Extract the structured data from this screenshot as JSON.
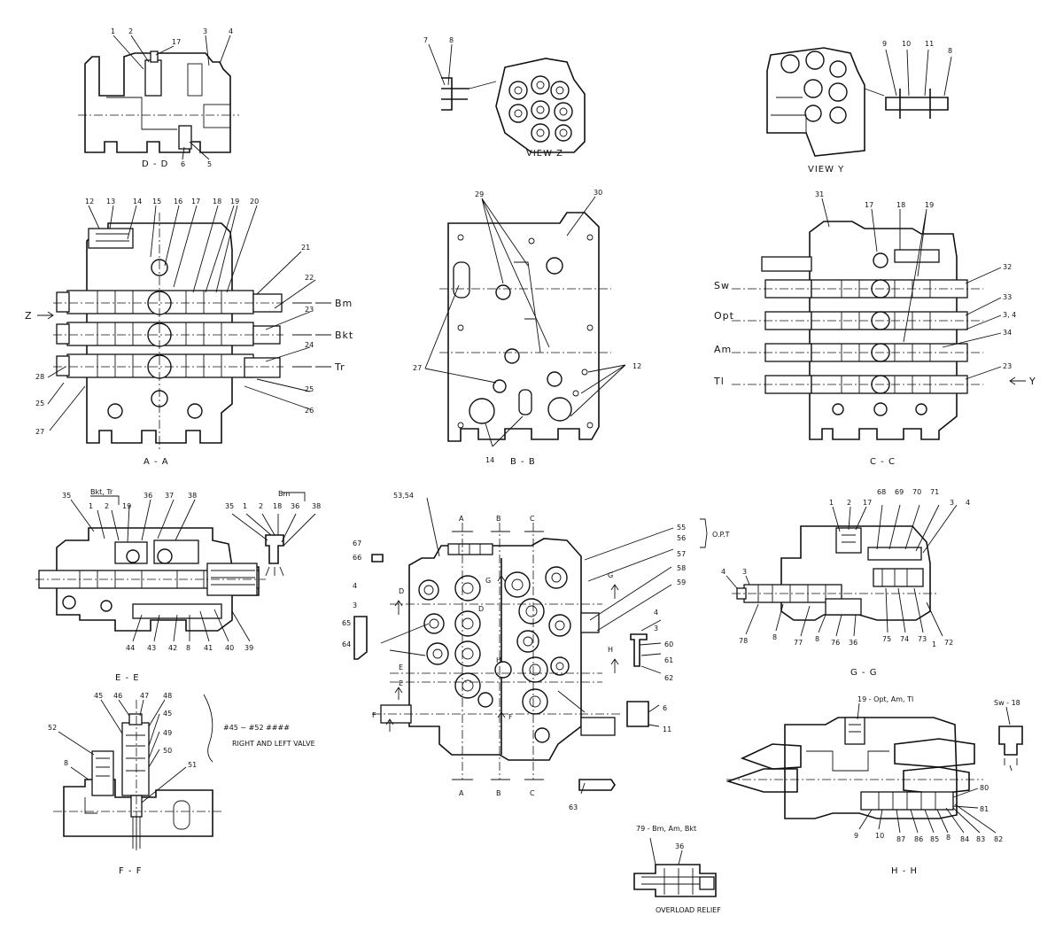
{
  "views": {
    "dd": {
      "title": "D - D",
      "callouts": [
        "1",
        "2",
        "17",
        "3",
        "4",
        "6",
        "5"
      ]
    },
    "vz": {
      "title": "VIEW Z",
      "callouts": [
        "7",
        "8"
      ]
    },
    "vy": {
      "title": "VIEW Y",
      "callouts": [
        "9",
        "10",
        "11",
        "8"
      ]
    },
    "aa": {
      "title": "A - A",
      "callouts": [
        "12",
        "13",
        "14",
        "15",
        "16",
        "17",
        "18",
        "19",
        "20",
        "21",
        "22",
        "23",
        "24",
        "25",
        "26",
        "28",
        "25",
        "27",
        "Z"
      ]
    },
    "bb": {
      "title": "B - B",
      "callouts": [
        "29",
        "30",
        "27",
        "12",
        "14"
      ]
    },
    "cc": {
      "title": "C - C",
      "callouts": [
        "31",
        "17",
        "18",
        "19",
        "32",
        "33",
        "3, 4",
        "34",
        "23",
        "Y"
      ]
    },
    "ee": {
      "title": "E - E",
      "callouts": [
        "35",
        "Bkt, Tr",
        "1",
        "2",
        "19",
        "36",
        "37",
        "38",
        "Bm",
        "35",
        "1",
        "2",
        "18",
        "36",
        "38",
        "44",
        "43",
        "42",
        "8",
        "41",
        "40",
        "39"
      ]
    },
    "main": {
      "callouts": [
        "53,54",
        "A",
        "B",
        "C",
        "67",
        "66",
        "55",
        "56",
        "O.P.T",
        "57",
        "58",
        "59",
        "G",
        "G",
        "D",
        "D",
        "4",
        "3",
        "65",
        "64",
        "4",
        "3",
        "60",
        "61",
        "62",
        "H",
        "H",
        "E",
        "E",
        "F",
        "F",
        "6",
        "11",
        "63",
        "A",
        "B",
        "C"
      ]
    },
    "gg": {
      "title": "G - G",
      "callouts": [
        "1",
        "2",
        "17",
        "68",
        "69",
        "70",
        "71",
        "3",
        "4",
        "4",
        "3",
        "78",
        "8",
        "77",
        "8",
        "76",
        "36",
        "75",
        "74",
        "73",
        "1",
        "72"
      ]
    },
    "ff": {
      "title": "F - F",
      "callouts": [
        "45",
        "46",
        "47",
        "48",
        "52",
        "45",
        "49",
        "50",
        "8",
        "51"
      ],
      "note_line1": "#45 ~ #52 ####",
      "note_line2": "RIGHT AND LEFT VALVE"
    },
    "hh": {
      "title": "H - H",
      "callouts": [
        "19 - Opt, Am, Tl",
        "Sw - 18",
        "80",
        "81",
        "9",
        "10",
        "87",
        "86",
        "85",
        "8",
        "84",
        "83",
        "82"
      ]
    },
    "ovr": {
      "title": "OVERLOAD RELIEF",
      "callouts": [
        "79 - Bm, Am, Bkt",
        "36"
      ]
    }
  },
  "ports": {
    "aa": [
      "Bm",
      "Bkt",
      "Tr"
    ],
    "cc": [
      "Sw",
      "Opt",
      "Am",
      "Tl"
    ]
  }
}
